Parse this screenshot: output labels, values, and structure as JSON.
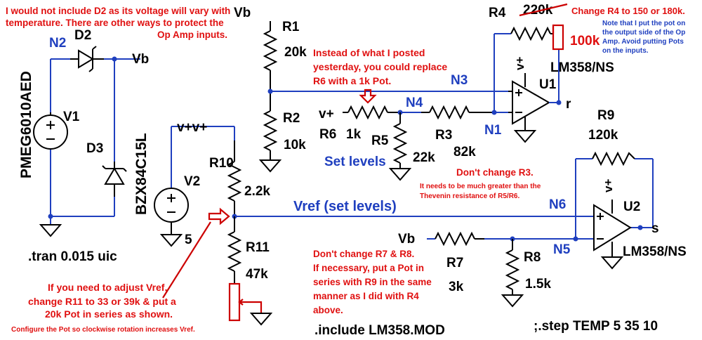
{
  "components": {
    "vb_top": "Vb",
    "r1_name": "R1",
    "r1_value": "20k",
    "r2_name": "R2",
    "r2_value": "10k",
    "r4_name": "R4",
    "r4_old_value": "220k",
    "r4_new_value": "100k",
    "u1_name": "U1",
    "u1_model": "LM358/NS",
    "u1_supply": "v+",
    "u1_out": "r",
    "r6_supply": "v+",
    "r6_name": "R6",
    "r6_value": "1k",
    "r5_name": "R5",
    "r5_value": "22k",
    "r3_name": "R3",
    "r3_value": "82k",
    "d2_name": "D2",
    "d2_model": "PMEG6010AED",
    "d3_name": "D3",
    "d3_model": "BZX84C15L",
    "vb_left": "Vb",
    "v1_name": "V1",
    "v2_supply": "v+v+",
    "v2_name": "V2",
    "v2_value": "5",
    "r10_name": "R10",
    "r10_value": "2.2k",
    "r11_name": "R11",
    "r11_value": "47k",
    "r9_name": "R9",
    "r9_value": "120k",
    "u2_name": "U2",
    "u2_model": "LM358/NS",
    "u2_supply": "v+",
    "u2_out": "s",
    "vb_bottom": "Vb",
    "r7_name": "R7",
    "r7_value": "3k",
    "r8_name": "R8",
    "r8_value": "1.5k",
    "directive_tran": ".tran 0.015 uic",
    "directive_include": ".include LM358.MOD",
    "directive_step": ";.step TEMP 5 35 10"
  },
  "nets": {
    "n1": "N1",
    "n2": "N2",
    "n3": "N3",
    "n4": "N4",
    "n5": "N5",
    "n6": "N6",
    "set_levels": "Set levels",
    "vref": "Vref (set levels)"
  },
  "notes": {
    "d2_note_1": "I would not include D2 as its voltage will vary with",
    "d2_note_2": "temperature.  There are other ways to protect the",
    "d2_note_3": "Op Amp inputs.",
    "r6_note_1": "Instead of what I posted",
    "r6_note_2": "yesterday, you could replace",
    "r6_note_3": "R6 with a 1k Pot.",
    "r4_note": "Change R4 to 150 or 180k.",
    "pot_note_1": "Note that I put the pot on",
    "pot_note_2": "the output side of the Op",
    "pot_note_3": "Amp.  Avoid putting Pots",
    "pot_note_4": "on the inputs.",
    "r3_note_1": "Don't change R3.",
    "r3_note_2": "It needs to be much greater than the",
    "r3_note_3": "Thevenin resistance of R5/R6.",
    "r78_note_1": "Don't change R7 & R8.",
    "r78_note_2": "If necessary, put a Pot in",
    "r78_note_3": "series with R9 in the same",
    "r78_note_4": "manner as I did with R4",
    "r78_note_5": "above.",
    "vref_note_1": "If you need to adjust Vref,",
    "vref_note_2": "change R11 to 33 or 39k & put a",
    "vref_note_3": "20k Pot in series as shown.",
    "vref_note_4": "Configure the Pot so clockwise rotation increases Vref."
  },
  "colors": {
    "wire": "#1f3fbf",
    "component": "#000000",
    "annotation": "#e01010"
  }
}
